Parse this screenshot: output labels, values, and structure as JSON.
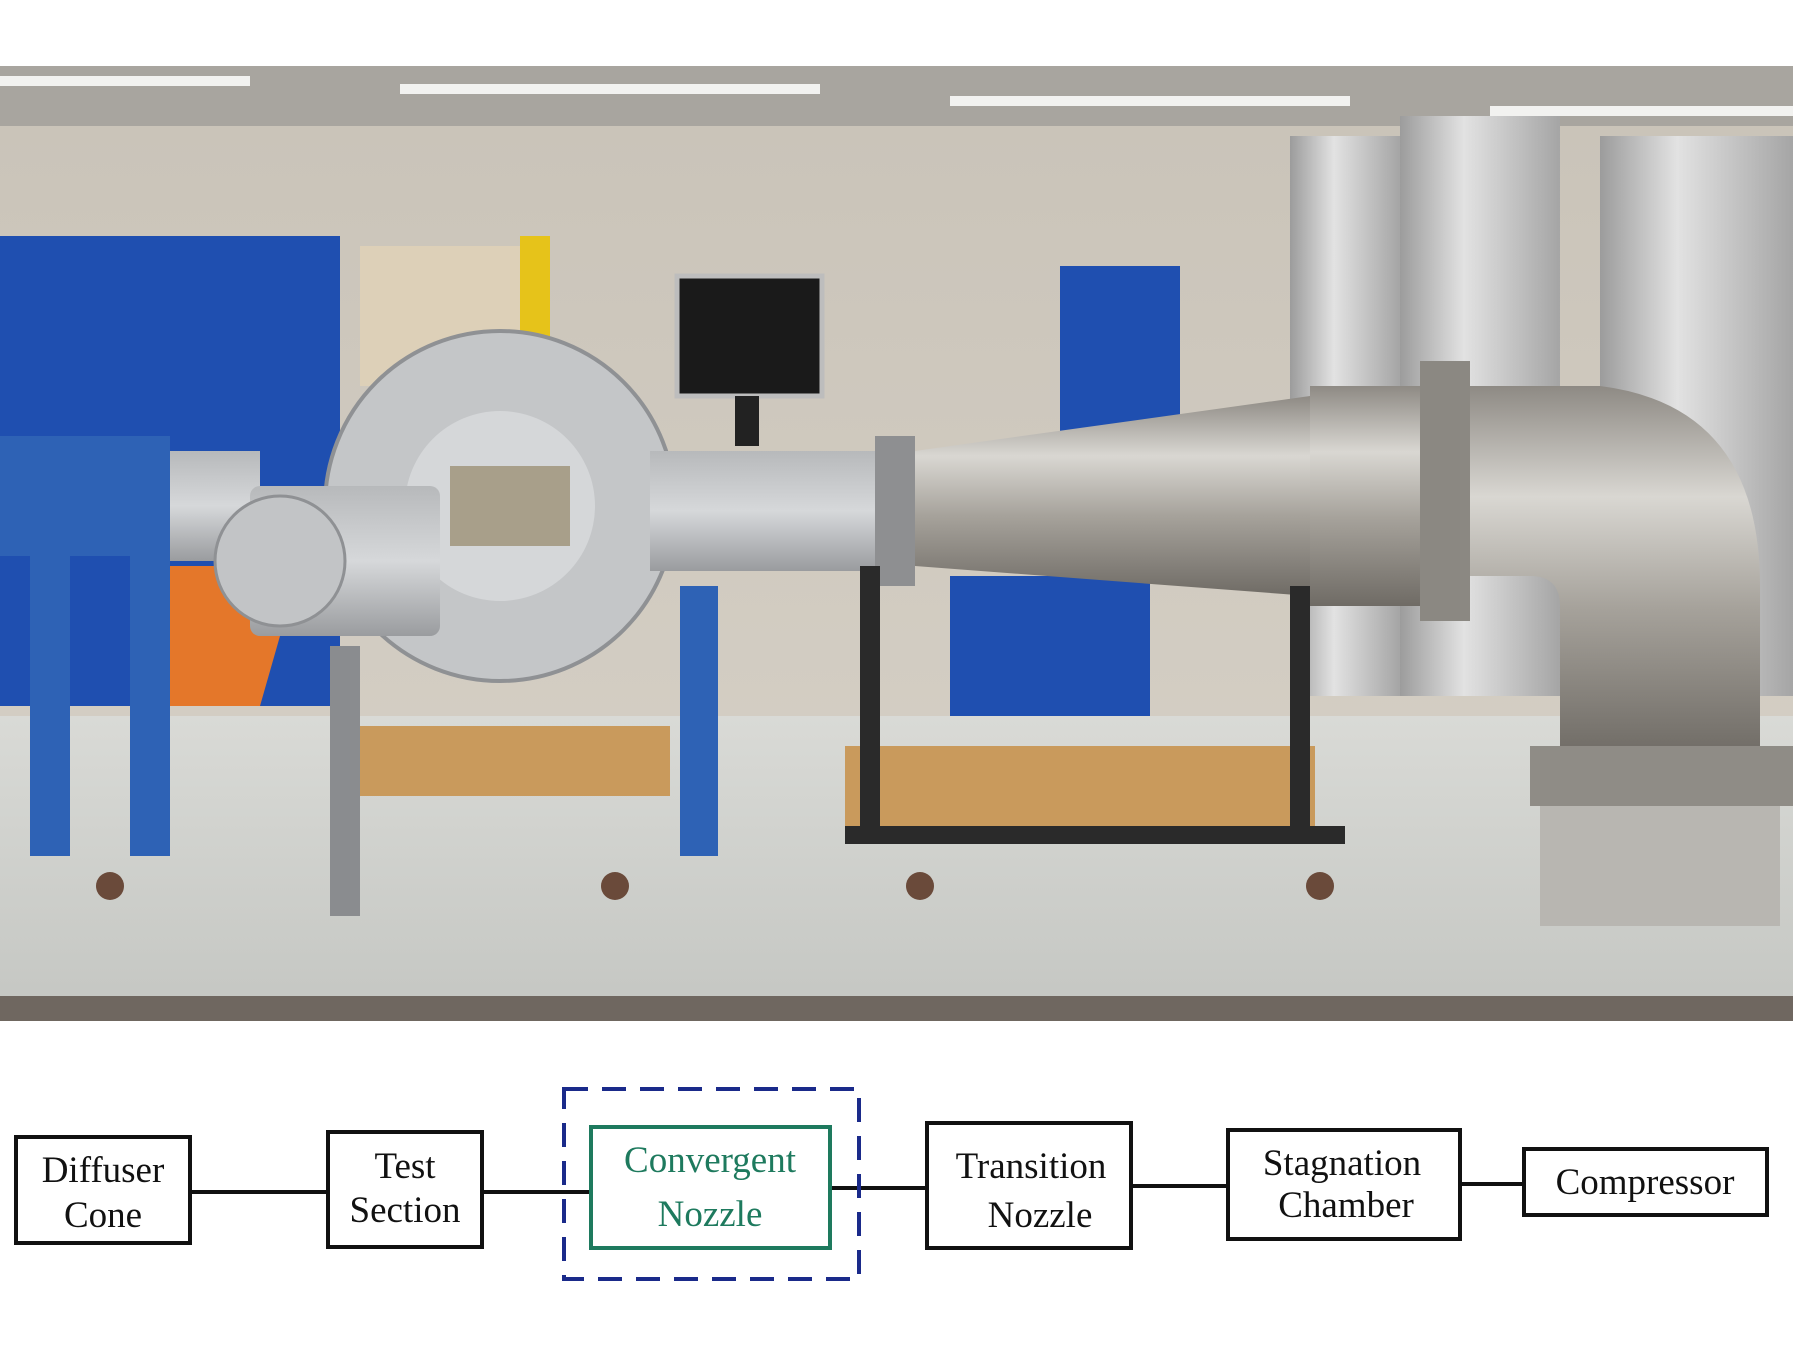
{
  "photo": {
    "description_icon": "wind-tunnel-photo"
  },
  "diagram": {
    "boxes": [
      {
        "id": "diffuser-cone",
        "lines": [
          "Diffuser",
          "Cone"
        ],
        "color": "#111111"
      },
      {
        "id": "test-section",
        "lines": [
          "Test",
          "Section"
        ],
        "color": "#111111"
      },
      {
        "id": "convergent-nozzle",
        "lines": [
          "Convergent",
          "Nozzle"
        ],
        "color": "#1e7a5e"
      },
      {
        "id": "transition-nozzle",
        "lines": [
          "Transition",
          "Nozzle"
        ],
        "color": "#111111"
      },
      {
        "id": "stagnation-chamber",
        "lines": [
          "Stagnation",
          "Chamber"
        ],
        "color": "#111111"
      },
      {
        "id": "compressor",
        "lines": [
          "Compressor"
        ],
        "color": "#111111"
      }
    ],
    "highlight_color": "#1a2a8a"
  }
}
